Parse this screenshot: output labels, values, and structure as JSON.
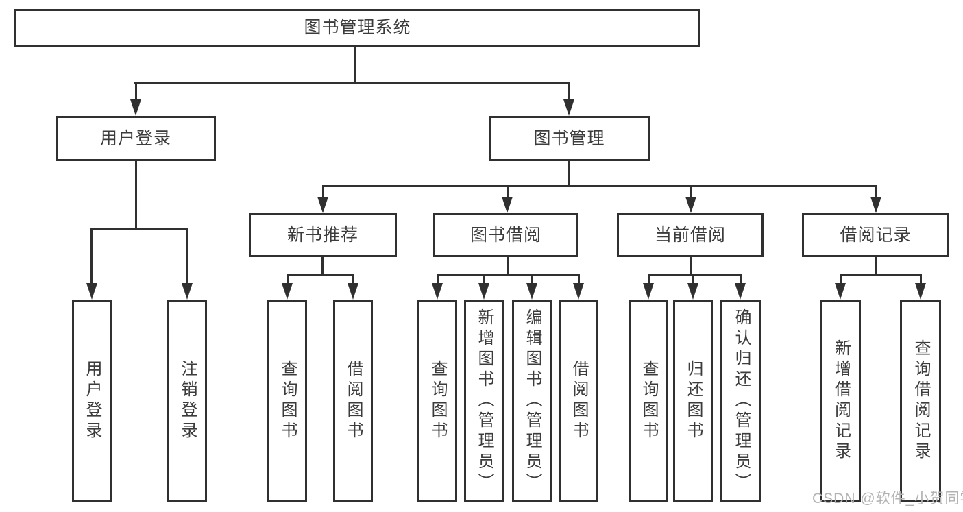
{
  "nodes": {
    "root": {
      "label": "图书管理系统"
    },
    "user_login": {
      "label": "用户登录"
    },
    "book_mgmt": {
      "label": "图书管理"
    },
    "new_book_rec": {
      "label": "新书推荐"
    },
    "book_borrow": {
      "label": "图书借阅"
    },
    "current_borrow": {
      "label": "当前借阅"
    },
    "borrow_record": {
      "label": "借阅记录"
    },
    "leaf_user_login": {
      "label": "用户登录"
    },
    "leaf_logout": {
      "label": "注销登录"
    },
    "leaf_nbr_query": {
      "label": "查询图书"
    },
    "leaf_nbr_borrow": {
      "label": "借阅图书"
    },
    "leaf_bb_query": {
      "label": "查询图书"
    },
    "leaf_bb_add": {
      "label": "新增图书（管理员）"
    },
    "leaf_bb_edit": {
      "label": "编辑图书（管理员）"
    },
    "leaf_bb_borrow": {
      "label": "借阅图书"
    },
    "leaf_cb_query": {
      "label": "查询图书"
    },
    "leaf_cb_return": {
      "label": "归还图书"
    },
    "leaf_cb_confirm": {
      "label": "确认归还（管理员）"
    },
    "leaf_br_add": {
      "label": "新增借阅记录"
    },
    "leaf_br_query": {
      "label": "查询借阅记录"
    }
  },
  "watermark": "CSDN @软件_小贺同学",
  "colors": {
    "line": "#303030",
    "text": "#3c3c3c",
    "watermark": "#b3b3b3"
  }
}
